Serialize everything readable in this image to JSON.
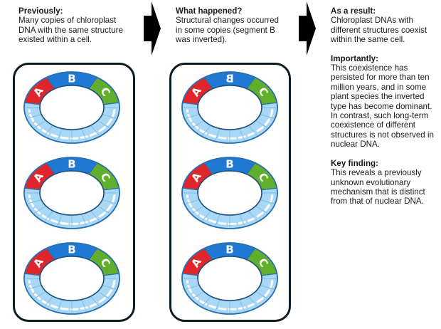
{
  "columns": [
    {
      "sections": [
        {
          "heading": "Previously:",
          "lines": [
            "Many copies of chloroplast",
            "DNA with the same structure",
            "existed within a cell."
          ]
        }
      ]
    },
    {
      "sections": [
        {
          "heading": "What happened?",
          "lines": [
            "Structural changes occurred",
            "in some copies (segment B",
            "was inverted)."
          ]
        }
      ]
    },
    {
      "sections": [
        {
          "heading": "As a result:",
          "lines": [
            "Chloroplast DNAs with",
            "different structures coexist",
            "within the same cell."
          ]
        },
        {
          "heading": "Importantly:",
          "lines": [
            "This coexistence has",
            "persisted for more than ten",
            "million years, and in some",
            "plant species the inverted",
            "type has become dominant.",
            "In contrast, such long-term",
            "coexistence of different",
            "structures is not observed in",
            "nuclear DNA."
          ]
        },
        {
          "heading": "Key finding:",
          "lines": [
            "This reveals a previously",
            "unknown evolutionary",
            "mechanism that is distinct",
            "from that of nuclear DNA."
          ]
        }
      ]
    }
  ],
  "segments": {
    "A": {
      "label": "A",
      "color": "#e0262a"
    },
    "B": {
      "label": "B",
      "color": "#1f78d1"
    },
    "C": {
      "label": "C",
      "color": "#5fae2c"
    },
    "rest_color": "#a9d8f5",
    "outline_color": "#2a6fb0"
  },
  "panels": [
    {
      "name": "before",
      "rings": [
        {
          "b_inverted": false
        },
        {
          "b_inverted": false
        },
        {
          "b_inverted": false
        }
      ]
    },
    {
      "name": "after",
      "rings": [
        {
          "b_inverted": true
        },
        {
          "b_inverted": false
        },
        {
          "b_inverted": false
        }
      ]
    }
  ]
}
